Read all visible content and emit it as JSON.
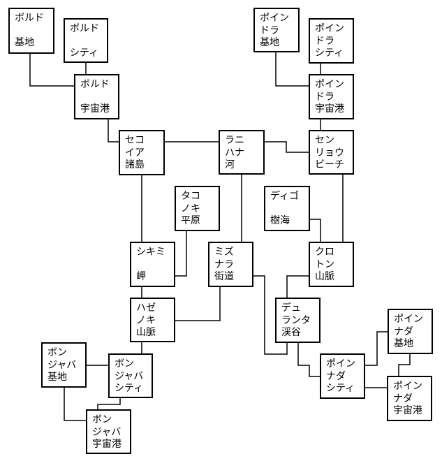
{
  "colors": {
    "box_border": "#000000",
    "background": "#ffffff",
    "text": "#000000"
  },
  "nodes": [
    {
      "id": "bold-base",
      "lines": [
        "ボルド",
        "",
        "基地"
      ]
    },
    {
      "id": "bold-city",
      "lines": [
        "ボルド",
        "",
        "シティ"
      ]
    },
    {
      "id": "bold-spaceport",
      "lines": [
        "ボルド",
        "",
        "宇宙港"
      ]
    },
    {
      "id": "pointdra-base",
      "lines": [
        "ポイン",
        "ドラ",
        "基地"
      ]
    },
    {
      "id": "pointdra-city",
      "lines": [
        "ポイン",
        "ドラ",
        "シティ"
      ]
    },
    {
      "id": "pointdra-spaceport",
      "lines": [
        "ポイン",
        "ドラ",
        "宇宙港"
      ]
    },
    {
      "id": "sekoia-islands",
      "lines": [
        "セコ",
        "イア",
        "諸島"
      ]
    },
    {
      "id": "ranihana-river",
      "lines": [
        "ラニ",
        "ハナ",
        "河"
      ]
    },
    {
      "id": "sen-ryou-beach",
      "lines": [
        "セン",
        "リョウ",
        "ビーチ"
      ]
    },
    {
      "id": "takonoki-plain",
      "lines": [
        "タコ",
        "ノキ",
        "平原"
      ]
    },
    {
      "id": "diego-forest",
      "lines": [
        "ディゴ",
        "",
        "樹海"
      ]
    },
    {
      "id": "shikimi-cape",
      "lines": [
        "シキミ",
        "",
        "岬"
      ]
    },
    {
      "id": "mizunara-road",
      "lines": [
        "ミズ",
        "ナラ",
        "街道"
      ]
    },
    {
      "id": "kuroton-mountains",
      "lines": [
        "クロ",
        "トン",
        "山脈"
      ]
    },
    {
      "id": "hazenoki-mountains",
      "lines": [
        "ハゼ",
        "ノキ",
        "山脈"
      ]
    },
    {
      "id": "deyuranta-valley",
      "lines": [
        "デュ",
        "ランタ",
        "渓谷"
      ]
    },
    {
      "id": "pointnada-base",
      "lines": [
        "ポイン",
        "ナダ",
        "基地"
      ]
    },
    {
      "id": "bonjaba-base",
      "lines": [
        "ボン",
        "ジャバ",
        "基地"
      ]
    },
    {
      "id": "bonjaba-city",
      "lines": [
        "ボン",
        "ジャバ",
        "シティ"
      ]
    },
    {
      "id": "pointnada-city",
      "lines": [
        "ポイン",
        "ナダ",
        "シティ"
      ]
    },
    {
      "id": "pointnada-spaceport",
      "lines": [
        "ポイン",
        "ナダ",
        "宇宙港"
      ]
    },
    {
      "id": "bonjaba-spaceport",
      "lines": [
        "ボン",
        "ジャバ",
        "宇宙港"
      ]
    }
  ]
}
